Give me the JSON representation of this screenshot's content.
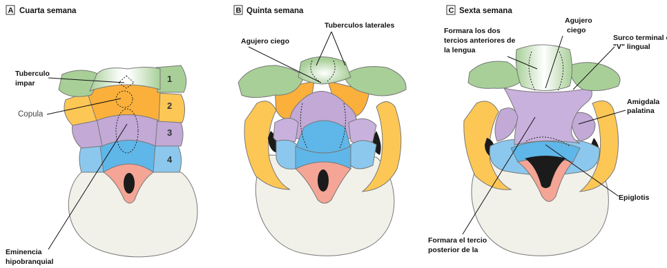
{
  "panels": [
    {
      "letter": "A",
      "title": "Cuarta semana"
    },
    {
      "letter": "B",
      "title": "Quinta semana"
    },
    {
      "letter": "C",
      "title": "Sexta semana"
    }
  ],
  "panel_a": {
    "tuberculo_impar": [
      "Tuberculo",
      "impar"
    ],
    "copula": "Copula",
    "eminencia": [
      "Eminencia",
      "hipobranquial"
    ],
    "arches": [
      "1",
      "2",
      "3",
      "4"
    ]
  },
  "panel_b": {
    "tuberculos_laterales": "Tuberculos laterales",
    "agujero_ciego": "Agujero ciego"
  },
  "panel_c": {
    "dos_tercios": [
      "Formara los dos",
      "tercios anteriores de",
      "la lengua"
    ],
    "agujero_ciego": [
      "Agujero",
      "ciego"
    ],
    "surco_terminal": [
      "Surco terminal o",
      "\"V\" lingual"
    ],
    "amigdala": [
      "Amigdala",
      "palatina"
    ],
    "epiglotis": "Epiglotis",
    "tercio_posterior": [
      "Formara el tercio",
      "posterior de la"
    ]
  },
  "colors": {
    "arch1": "#a8cf98",
    "arch2": "#fbb03b",
    "arch3": "#c2a9d6",
    "arch4": "#8cc8ee",
    "lateral": "#fdc756",
    "tongue_mid": "#c9b1dd",
    "blue": "#5fb6e8",
    "pink": "#f4a595",
    "cream": "#f1f1ea"
  }
}
